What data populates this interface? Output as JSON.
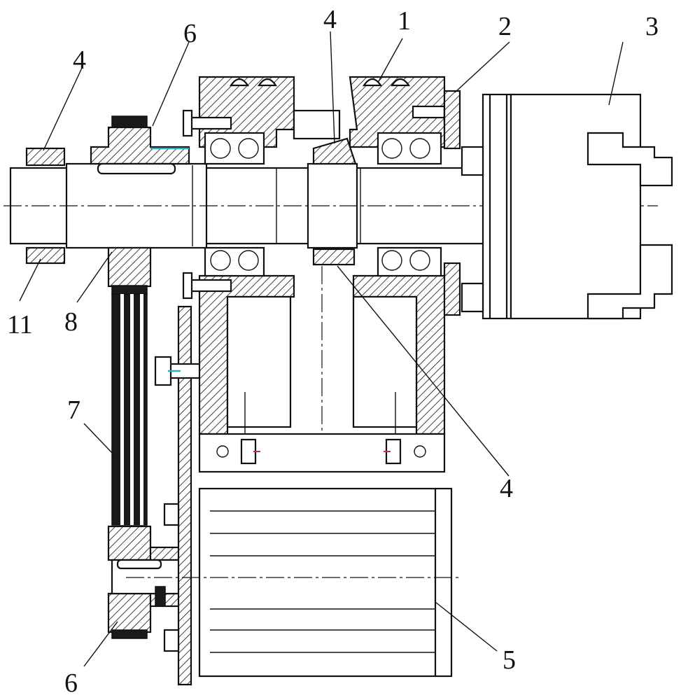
{
  "figure": {
    "labels": [
      {
        "id": "label-1",
        "text": "1"
      },
      {
        "id": "label-2",
        "text": "2"
      },
      {
        "id": "label-3",
        "text": "3"
      },
      {
        "id": "label-4-top-left",
        "text": "4"
      },
      {
        "id": "label-4-top-middle",
        "text": "4"
      },
      {
        "id": "label-4-bottom",
        "text": "4"
      },
      {
        "id": "label-5",
        "text": "5"
      },
      {
        "id": "label-6-top",
        "text": "6"
      },
      {
        "id": "label-6-bottom",
        "text": "6"
      },
      {
        "id": "label-7",
        "text": "7"
      },
      {
        "id": "label-8",
        "text": "8"
      },
      {
        "id": "label-11",
        "text": "11"
      }
    ]
  }
}
